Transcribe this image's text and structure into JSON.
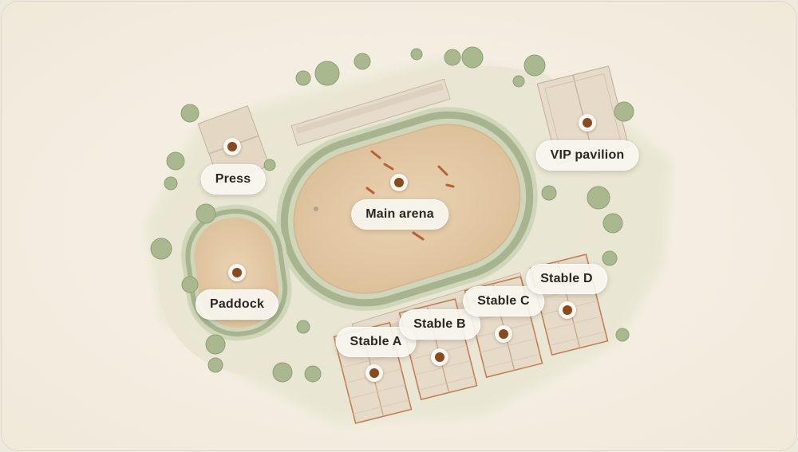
{
  "map": {
    "locations": [
      {
        "id": "press",
        "label": "Press"
      },
      {
        "id": "main-arena",
        "label": "Main arena"
      },
      {
        "id": "vip-pavilion",
        "label": "VIP pavilion"
      },
      {
        "id": "paddock",
        "label": "Paddock"
      },
      {
        "id": "stable-a",
        "label": "Stable A"
      },
      {
        "id": "stable-b",
        "label": "Stable B"
      },
      {
        "id": "stable-c",
        "label": "Stable C"
      },
      {
        "id": "stable-d",
        "label": "Stable D"
      }
    ],
    "colors": {
      "background": "#f3eee1",
      "grass": "#d8dcc3",
      "track": "#a7b48f",
      "sand": "#e3c9a4",
      "roof": "#e8dccb",
      "tree": "#a9b88e",
      "marker": "#8a4a1f"
    },
    "icon": "location-dot-icon"
  }
}
